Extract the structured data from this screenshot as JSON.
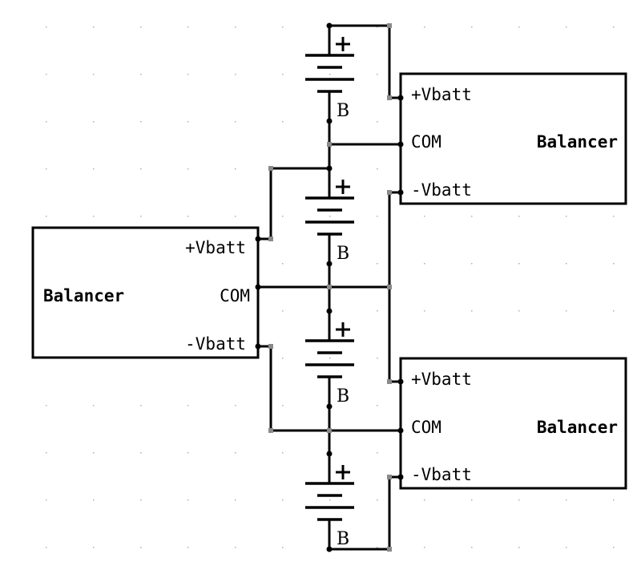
{
  "diagram": {
    "type": "schematic",
    "description_labels": {
      "battery_label": "B",
      "battery_plus": "+"
    },
    "balancers": [
      {
        "id": "balancer-top-right",
        "title": "Balancer",
        "pins": {
          "plus": "+Vbatt",
          "com": "COM",
          "minus": "-Vbatt"
        }
      },
      {
        "id": "balancer-middle-left",
        "title": "Balancer",
        "pins": {
          "plus": "+Vbatt",
          "com": "COM",
          "minus": "-Vbatt"
        }
      },
      {
        "id": "balancer-bottom-right",
        "title": "Balancer",
        "pins": {
          "plus": "+Vbatt",
          "com": "COM",
          "minus": "-Vbatt"
        }
      }
    ],
    "batteries": [
      {
        "label": "B",
        "polarity": "+"
      },
      {
        "label": "B",
        "polarity": "+"
      },
      {
        "label": "B",
        "polarity": "+"
      },
      {
        "label": "B",
        "polarity": "+"
      }
    ],
    "colors": {
      "wire": "#000000",
      "background": "#ffffff",
      "grid": "#b0b0b0",
      "bend_marker": "#8a8a8a"
    }
  }
}
